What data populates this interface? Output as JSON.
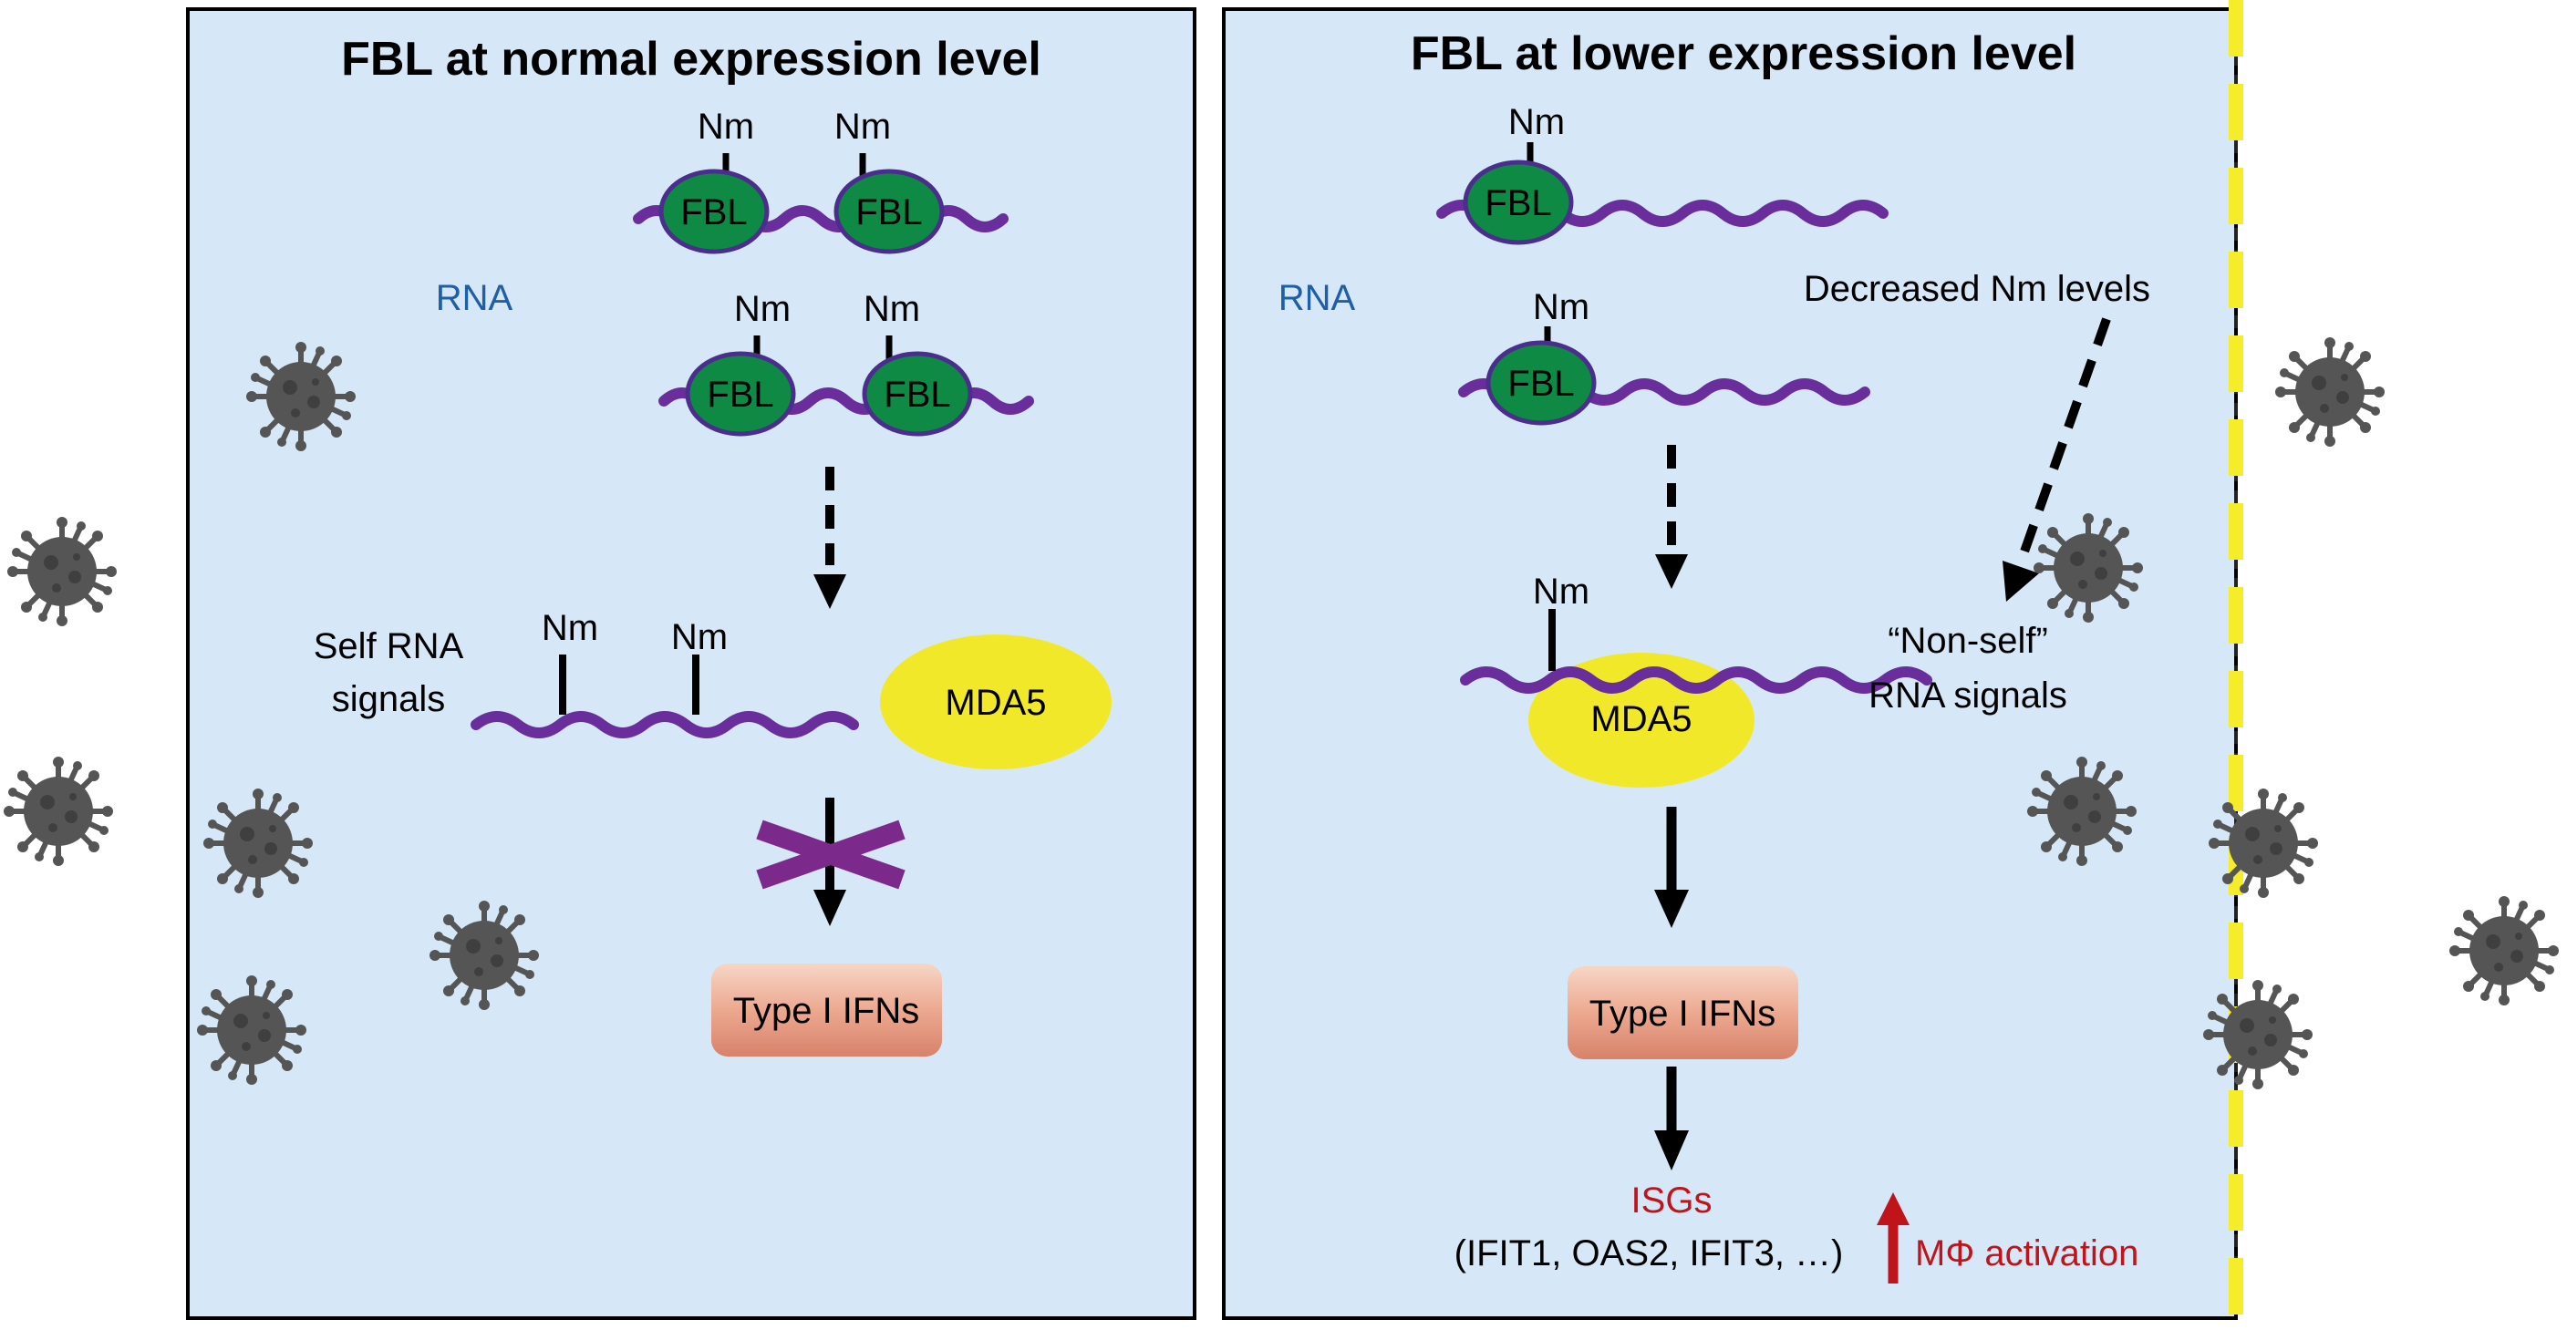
{
  "left_panel": {
    "title": "FBL at normal expression level",
    "rna_label": "RNA",
    "nm_label": "Nm",
    "fbl_label": "FBL",
    "self_rna_line1": "Self RNA",
    "self_rna_line2": "signals",
    "mda5_label": "MDA5",
    "ifn_label": "Type I IFNs"
  },
  "right_panel": {
    "title": "FBL at lower expression level",
    "rna_label": "RNA",
    "nm_label": "Nm",
    "fbl_label": "FBL",
    "decreased_label": "Decreased Nm levels",
    "nonself_line1": "“Non-self”",
    "nonself_line2": "RNA signals",
    "mda5_label": "MDA5",
    "ifn_label": "Type I IFNs",
    "isgs_label": "ISGs",
    "isg_list": "(IFIT1, OAS2, IFIT3, …)",
    "activation_label": "MΦ activation"
  },
  "colors": {
    "panel_fill": "#d6e8f7",
    "rna_strand": "#6a2d9c",
    "fbl_fill": "#0f8a45",
    "fbl_stroke": "#4a2d8c",
    "mda5_fill": "#f2e82a",
    "ifn_fill": "#eca990",
    "virus": "#555555",
    "membrane": "#f5ec2a",
    "activation_arrow": "#c0141b",
    "blocker_x": "#7b2a8c"
  }
}
